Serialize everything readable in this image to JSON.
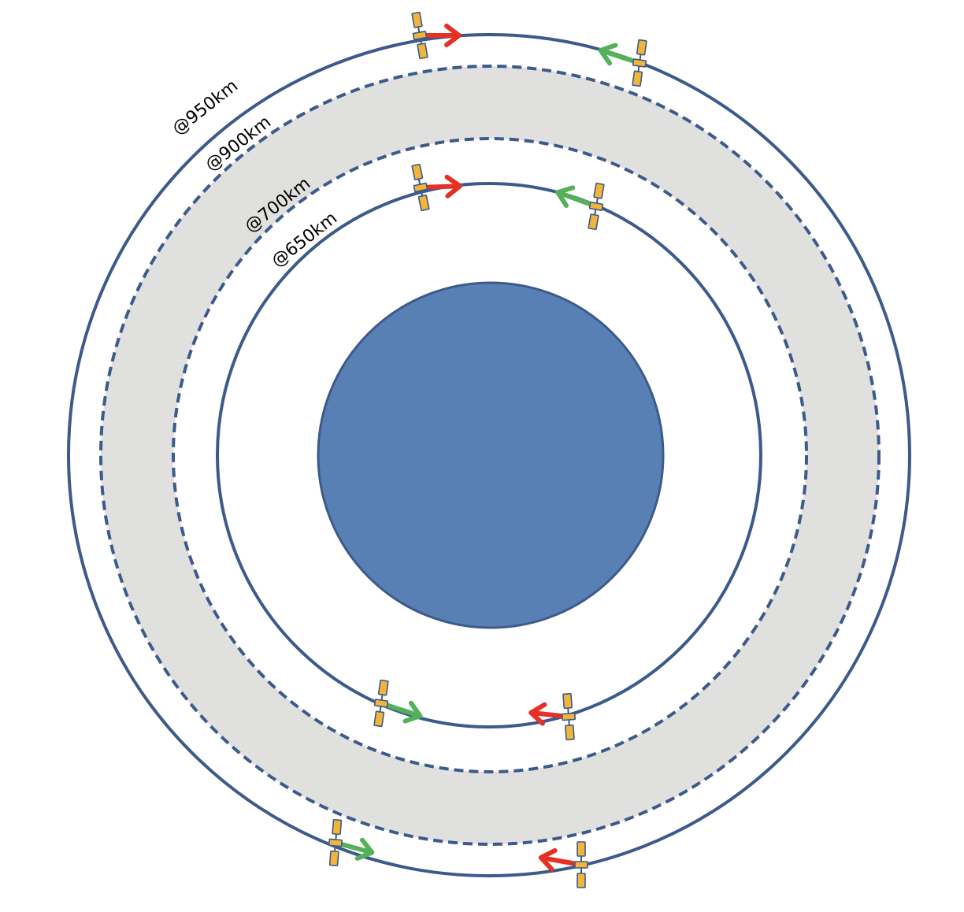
{
  "diagram": {
    "colors": {
      "planet_fill": "#5880b5",
      "orbit_stroke": "#3c5a8a",
      "belt_fill": "#e8e8e6",
      "satellite_body": "#f1b53a",
      "arrow_red": "#e53025",
      "arrow_green": "#55b05a"
    },
    "labels": {
      "orbit_950": "@950km",
      "orbit_900": "@900km",
      "orbit_700": "@700km",
      "orbit_650": "@650km"
    },
    "orbits": [
      {
        "altitude_km": 950,
        "line_style": "solid"
      },
      {
        "altitude_km": 900,
        "line_style": "dashed"
      },
      {
        "altitude_km": 700,
        "line_style": "dashed"
      },
      {
        "altitude_km": 650,
        "line_style": "solid"
      }
    ],
    "debris_belt": {
      "between_km": [
        700,
        900
      ]
    },
    "satellites": [
      {
        "orbit_km": 950,
        "arrow_color": "red"
      },
      {
        "orbit_km": 950,
        "arrow_color": "green"
      },
      {
        "orbit_km": 950,
        "arrow_color": "green"
      },
      {
        "orbit_km": 950,
        "arrow_color": "red"
      },
      {
        "orbit_km": 650,
        "arrow_color": "red"
      },
      {
        "orbit_km": 650,
        "arrow_color": "green"
      },
      {
        "orbit_km": 650,
        "arrow_color": "green"
      },
      {
        "orbit_km": 650,
        "arrow_color": "red"
      }
    ]
  }
}
